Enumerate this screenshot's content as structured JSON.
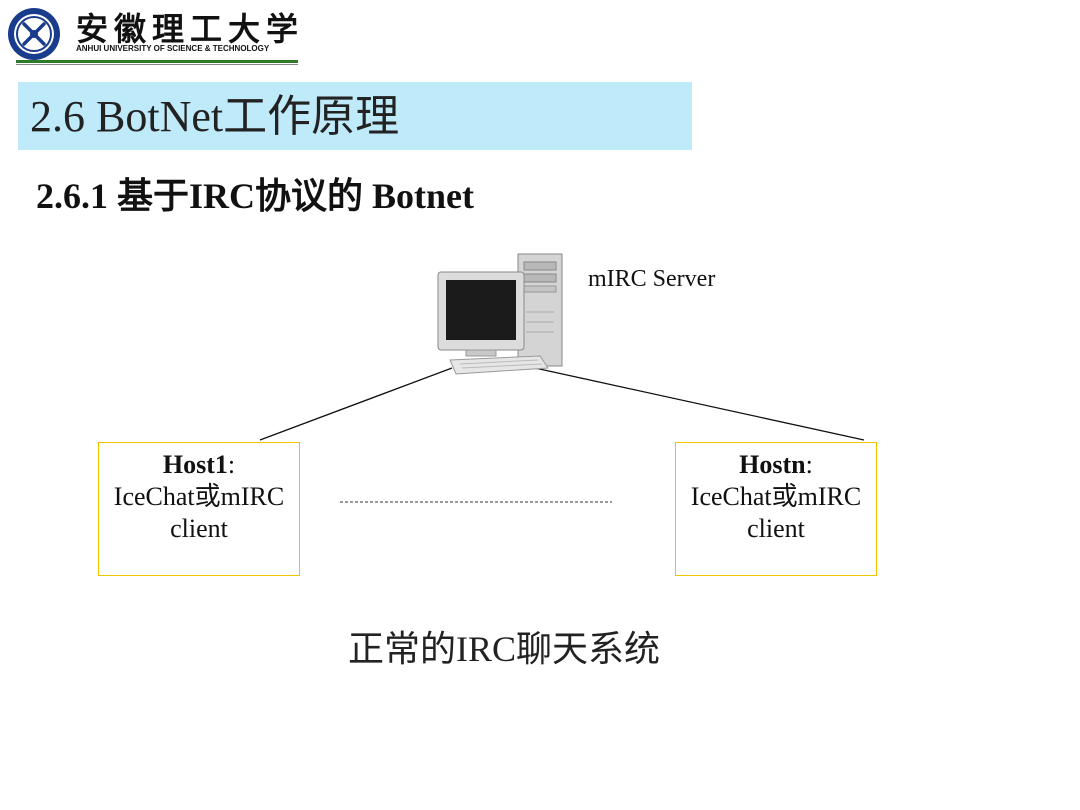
{
  "header": {
    "logo_cn": "安徽理工大学",
    "logo_en": "ANHUI UNIVERSITY OF SCIENCE & TECHNOLOGY"
  },
  "slide": {
    "title": "2.6  BotNet工作原理",
    "subtitle": "2.6.1 基于IRC协议的 Botnet"
  },
  "diagram": {
    "server_label": "mIRC Server",
    "hosts": [
      {
        "name": "Host1",
        "suffix": ":",
        "client": "IceChat或mIRC",
        "line3": "client"
      },
      {
        "name": "Hostn",
        "suffix": ":",
        "client": "IceChat或mIRC",
        "line3": "client"
      }
    ],
    "caption": "正常的IRC聊天系统"
  },
  "colors": {
    "title_bar": "#bfeafa",
    "host_border": "#f0c400",
    "header_rule": "#2f7a2a"
  }
}
